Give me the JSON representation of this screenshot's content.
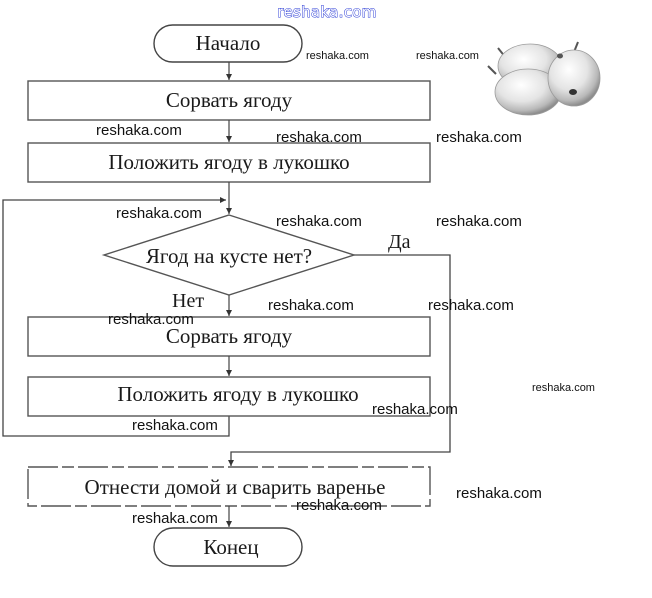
{
  "diagram": {
    "type": "flowchart",
    "nodes": {
      "start": {
        "shape": "terminal",
        "label": "Начало"
      },
      "pick1": {
        "shape": "process",
        "label": "Сорвать ягоду"
      },
      "put1": {
        "shape": "process",
        "label": "Положить ягоду в лукошко"
      },
      "check": {
        "shape": "decision",
        "label": "Ягод на кусте нет?"
      },
      "pick2": {
        "shape": "process",
        "label": "Сорвать ягоду"
      },
      "put2": {
        "shape": "process",
        "label": "Положить ягоду в лукошко"
      },
      "cook": {
        "shape": "process",
        "label": "Отнести домой и сварить варенье"
      },
      "end": {
        "shape": "terminal",
        "label": "Конец"
      }
    },
    "branches": {
      "yes": "Да",
      "no": "Нет"
    },
    "edges": [
      {
        "from": "start",
        "to": "pick1"
      },
      {
        "from": "pick1",
        "to": "put1"
      },
      {
        "from": "put1",
        "to": "check"
      },
      {
        "from": "check",
        "to": "pick2",
        "label": "Нет"
      },
      {
        "from": "pick2",
        "to": "put2"
      },
      {
        "from": "put2",
        "to": "check",
        "kind": "loop-back"
      },
      {
        "from": "check",
        "to": "cook",
        "label": "Да"
      },
      {
        "from": "cook",
        "to": "end"
      }
    ],
    "illustration": {
      "icon": "berries-illustration",
      "description": "three gooseberries"
    }
  },
  "watermarks": {
    "top": "reshaka.com",
    "text": "reshaka.com"
  }
}
